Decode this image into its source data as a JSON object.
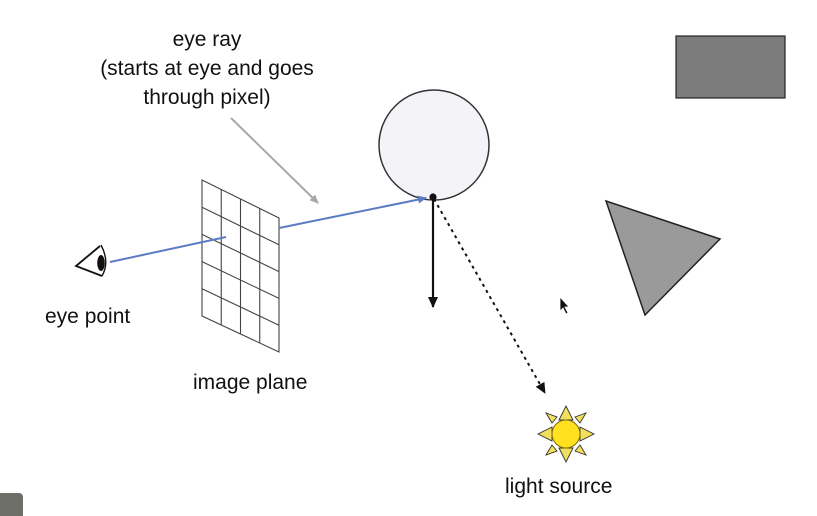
{
  "labels": {
    "eye_ray": [
      "eye ray",
      "(starts at eye and goes",
      "through pixel)"
    ],
    "eye_point": "eye point",
    "image_plane": "image plane",
    "light_source": "light source"
  },
  "icons": {
    "eye": "eye-icon",
    "sun": "sun-icon",
    "cursor": "mouse-cursor-icon"
  },
  "colors": {
    "ray": "#5b7cc4",
    "annotation_arrow": "#a8a8a8",
    "sphere_fill": "#f4f3f8",
    "rectangle_fill": "#7c7c7c",
    "triangle_fill": "#9a9a9a",
    "sun_core": "#ffe11f",
    "sun_rays": "#f2df5e",
    "outline": "#111111"
  }
}
